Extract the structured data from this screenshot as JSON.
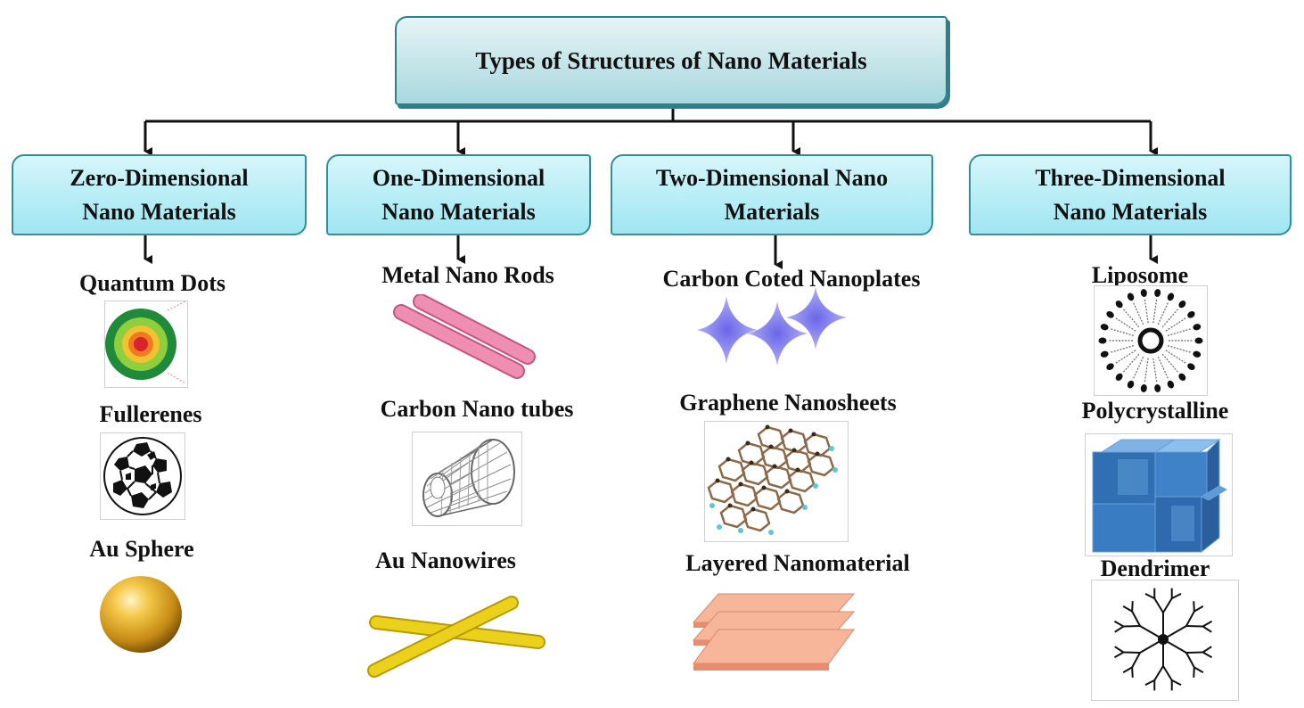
{
  "title": "Types of Structures of Nano Materials",
  "categories": [
    {
      "label": "Zero-Dimensional\nNano Materials",
      "items": [
        {
          "label": "Quantum Dots",
          "icon": "quantum-dot-icon"
        },
        {
          "label": "Fullerenes",
          "icon": "fullerene-icon"
        },
        {
          "label": "Au Sphere",
          "icon": "au-sphere-icon"
        }
      ]
    },
    {
      "label": "One-Dimensional\nNano Materials",
      "items": [
        {
          "label": "Metal Nano Rods",
          "icon": "nano-rods-icon"
        },
        {
          "label": "Carbon Nano tubes",
          "icon": "carbon-nanotube-icon"
        },
        {
          "label": "Au Nanowires",
          "icon": "au-nanowires-icon"
        }
      ]
    },
    {
      "label": "Two-Dimensional Nano\nMaterials",
      "items": [
        {
          "label": "Carbon Coted Nanoplates",
          "icon": "nanoplates-icon"
        },
        {
          "label": "Graphene Nanosheets",
          "icon": "graphene-icon"
        },
        {
          "label": "Layered Nanomaterial",
          "icon": "layered-icon"
        }
      ]
    },
    {
      "label": "Three-Dimensional\nNano Materials",
      "items": [
        {
          "label": "Liposome",
          "icon": "liposome-icon"
        },
        {
          "label": "Polycrystalline",
          "icon": "polycrystalline-icon"
        },
        {
          "label": "Dendrimer",
          "icon": "dendrimer-icon"
        }
      ]
    }
  ],
  "colors": {
    "box_fill": "#a8e8f2",
    "box_border": "#2f8f9a",
    "connector": "#111111"
  }
}
